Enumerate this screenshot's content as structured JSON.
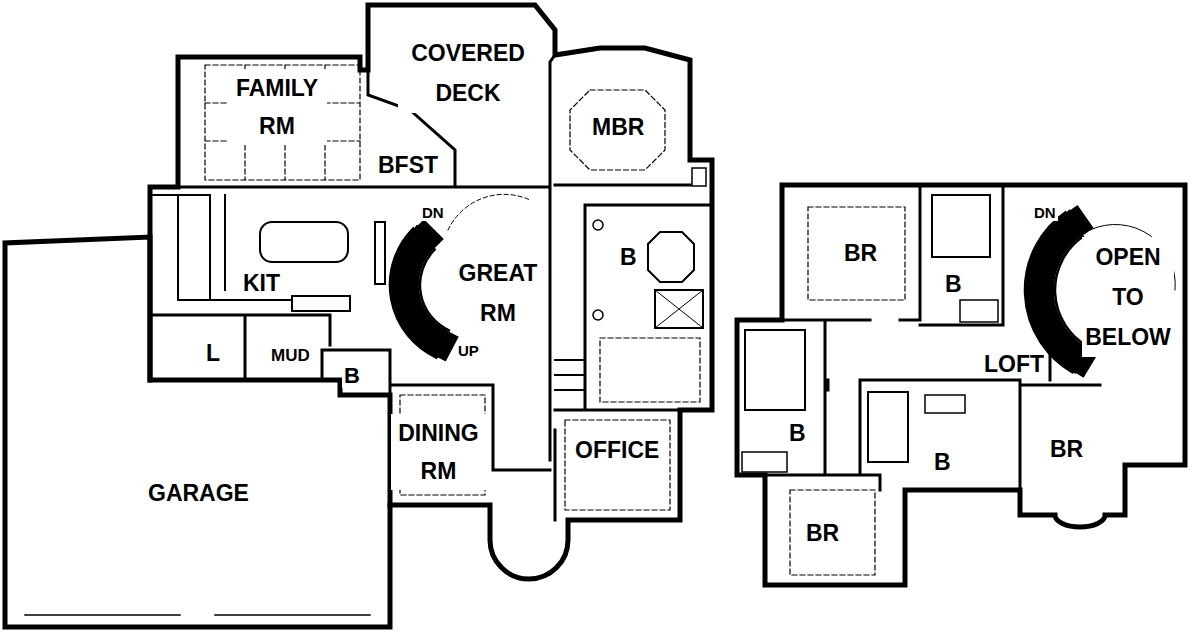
{
  "diagram": {
    "labels": [
      "COVERED DECK",
      "FAMILY RM",
      "MBR",
      "BFST",
      "DN",
      "B",
      "GREAT RM",
      "KIT",
      "UP",
      "L",
      "MUD",
      "B",
      "DINING RM",
      "OFFICE",
      "GARAGE",
      "BR",
      "B",
      "DN",
      "OPEN TO BELOW",
      "LOFT",
      "BR",
      "B",
      "B",
      "BR"
    ]
  }
}
